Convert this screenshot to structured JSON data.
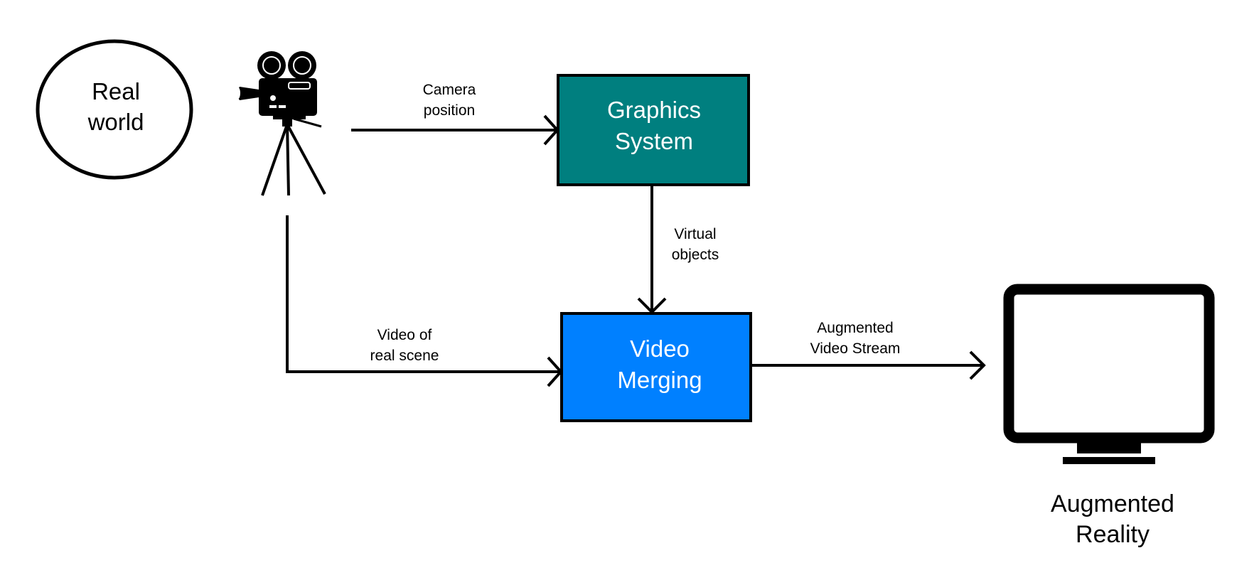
{
  "nodes": {
    "real_world": {
      "lines": [
        "Real",
        "world"
      ]
    },
    "camera": {
      "icon": "movie-camera-on-tripod-icon"
    },
    "graphics_system": {
      "lines": [
        "Graphics",
        "System"
      ],
      "color": "#007f7f"
    },
    "video_merging": {
      "lines": [
        "Video",
        "Merging"
      ],
      "color": "#0080ff"
    },
    "display": {
      "icon": "monitor-icon",
      "lines": [
        "Augmented",
        "Reality"
      ]
    }
  },
  "edges": {
    "camera_to_graphics": {
      "lines": [
        "Camera",
        "position"
      ]
    },
    "graphics_to_merging": {
      "lines": [
        "Virtual",
        "objects"
      ]
    },
    "camera_to_merging": {
      "lines": [
        "Video of",
        "real scene"
      ]
    },
    "merging_to_display": {
      "lines": [
        "Augmented",
        "Video Stream"
      ]
    }
  },
  "colors": {
    "line": "#000000",
    "box_text": "#ffffff"
  }
}
